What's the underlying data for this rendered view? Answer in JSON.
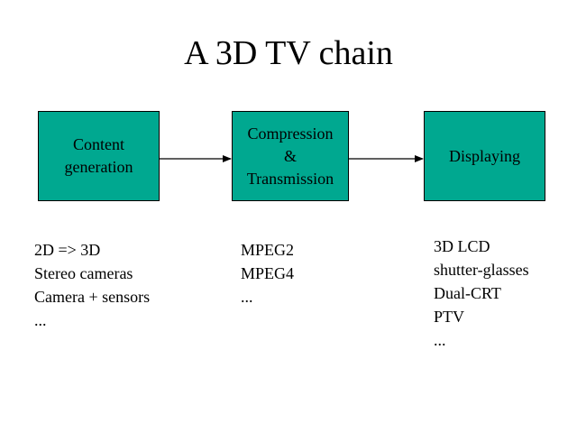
{
  "title": "A 3D TV chain",
  "colors": {
    "box_fill": "#00a890",
    "arrow": "#000000"
  },
  "boxes": [
    {
      "lines": [
        "Content",
        "generation"
      ]
    },
    {
      "lines": [
        "Compression",
        "&",
        "Transmission"
      ]
    },
    {
      "lines": [
        "Displaying"
      ]
    }
  ],
  "lists": {
    "content": [
      "2D => 3D",
      "Stereo cameras",
      "Camera + sensors",
      "..."
    ],
    "compression": [
      "MPEG2",
      "MPEG4",
      "..."
    ],
    "displaying": [
      "3D LCD",
      "shutter-glasses",
      "Dual-CRT",
      "PTV",
      "..."
    ]
  }
}
